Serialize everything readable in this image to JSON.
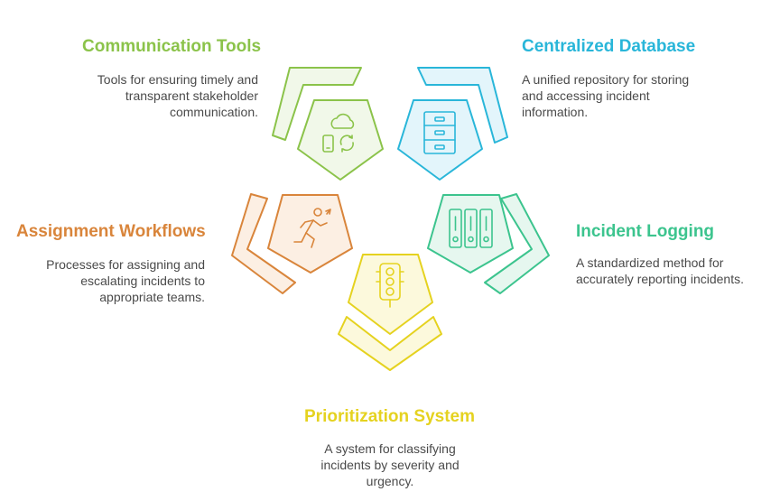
{
  "colors": {
    "communication": "#8bc34a",
    "database": "#29b6d9",
    "logging": "#3cc48e",
    "prioritization": "#e5d21f",
    "assignment": "#d9853b"
  },
  "segments": [
    {
      "id": "communication",
      "title": "Communication Tools",
      "description": "Tools for ensuring timely and transparent stakeholder communication.",
      "icon": "cloud-phone-sync-icon"
    },
    {
      "id": "database",
      "title": "Centralized Database",
      "description": "A unified repository for storing and accessing incident information.",
      "icon": "filing-cabinet-icon"
    },
    {
      "id": "logging",
      "title": "Incident Logging",
      "description": "A standardized method for accurately reporting incidents.",
      "icon": "binders-icon"
    },
    {
      "id": "prioritization",
      "title": "Prioritization System",
      "description": "A system for classifying incidents by severity and urgency.",
      "icon": "traffic-light-icon"
    },
    {
      "id": "assignment",
      "title": "Assignment Workflows",
      "description": "Processes for assigning and escalating incidents to appropriate teams.",
      "icon": "running-person-icon"
    }
  ]
}
